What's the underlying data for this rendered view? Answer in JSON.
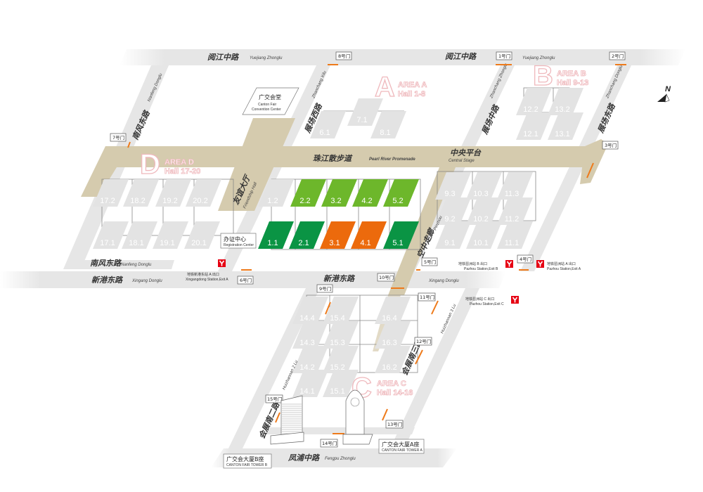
{
  "roads": {
    "yuejiang_cn": "阅江中路",
    "yuejiang_en": "Yuejiang Zhonglu",
    "yuejiang2_cn": "阅江中路",
    "yuejiang2_en": "Yuejiang Zhonglu",
    "xingang_cn": "新港东路",
    "xingang_en": "Xingang Donglu",
    "xingang2_cn": "新港东路",
    "xingang3_en": "Xingang Donglu",
    "nanfeng_cn": "南风东路",
    "nanfeng_en": "Nanfeng Donglu",
    "nanfeng2_cn": "南风东路",
    "nanfeng2_en": "Nanfeng Donglu",
    "fengpu_cn": "凤浦中路",
    "fengpu_en": "Fengpu Zhonglu",
    "zhanxi_cn": "展场西路",
    "zhanxi_en": "Zhanchang Xilu",
    "zhanzhong_cn": "展场中路",
    "zhanzhong_en": "Zhanchang Zhonglu",
    "zhandong_cn": "展场东路",
    "zhandong_en": "Zhanchang Donglu",
    "huizhan2_cn": "会展南二路",
    "huizhan2_en": "Huizhannan 2 Lu",
    "huizhan3_cn": "会展南三路",
    "huizhan3_en": "Huizhannan 3 Lu",
    "promenade_cn": "珠江散步道",
    "promenade_en": "Pearl River Promenade",
    "central_cn": "中央平台",
    "central_en": "Central Stage",
    "friendship_cn": "友谊大厅",
    "friendship_en": "Friendship Hall",
    "pinzhou_cn": "空中走廊",
    "pinzhou_en": "Pinzhou"
  },
  "areas": [
    {
      "letter": "A",
      "title": "AREA A",
      "halls": "Hall 1-8"
    },
    {
      "letter": "B",
      "title": "AREA B",
      "halls": "Hall 9-13"
    },
    {
      "letter": "C",
      "title": "AREA C",
      "halls": "Hall 14-16"
    },
    {
      "letter": "D",
      "title": "AREA D",
      "halls": "Hall 17-20"
    }
  ],
  "colors": {
    "hall": "#e3e3e3",
    "light_green": "#6db72b",
    "green": "#0a9444",
    "orange": "#ec6a0c",
    "path": "#d5cbae",
    "road": "#e6e6e6",
    "metro": "#e60012"
  },
  "halls": [
    {
      "label": "6.1",
      "status": "hall"
    },
    {
      "label": "7.1",
      "status": "hall"
    },
    {
      "label": "8.1",
      "status": "hall"
    },
    {
      "label": "12.2",
      "status": "hall"
    },
    {
      "label": "13.2",
      "status": "hall"
    },
    {
      "label": "12.1",
      "status": "hall"
    },
    {
      "label": "13.1",
      "status": "hall"
    },
    {
      "label": "17.2",
      "status": "hall"
    },
    {
      "label": "18.2",
      "status": "hall"
    },
    {
      "label": "19.2",
      "status": "hall"
    },
    {
      "label": "20.2",
      "status": "hall"
    },
    {
      "label": "17.1",
      "status": "hall"
    },
    {
      "label": "18.1",
      "status": "hall"
    },
    {
      "label": "19.1",
      "status": "hall"
    },
    {
      "label": "20.1",
      "status": "hall"
    },
    {
      "label": "1.2",
      "status": "hall"
    },
    {
      "label": "2.2",
      "status": "light_green"
    },
    {
      "label": "3.2",
      "status": "light_green"
    },
    {
      "label": "4.2",
      "status": "light_green"
    },
    {
      "label": "5.2",
      "status": "light_green"
    },
    {
      "label": "1.1",
      "status": "green"
    },
    {
      "label": "2.1",
      "status": "green"
    },
    {
      "label": "3.1",
      "status": "orange"
    },
    {
      "label": "4.1",
      "status": "orange"
    },
    {
      "label": "5.1",
      "status": "green"
    },
    {
      "label": "9.3",
      "status": "hall"
    },
    {
      "label": "10.3",
      "status": "hall"
    },
    {
      "label": "11.3",
      "status": "hall"
    },
    {
      "label": "9.2",
      "status": "hall"
    },
    {
      "label": "10.2",
      "status": "hall"
    },
    {
      "label": "11.2",
      "status": "hall"
    },
    {
      "label": "9.1",
      "status": "hall"
    },
    {
      "label": "10.1",
      "status": "hall"
    },
    {
      "label": "11.1",
      "status": "hall"
    },
    {
      "label": "14.4",
      "status": "hall"
    },
    {
      "label": "15.4",
      "status": "hall"
    },
    {
      "label": "16.4",
      "status": "hall"
    },
    {
      "label": "14.3",
      "status": "hall"
    },
    {
      "label": "15.3",
      "status": "hall"
    },
    {
      "label": "16.3",
      "status": "hall"
    },
    {
      "label": "14.2",
      "status": "hall"
    },
    {
      "label": "15.2",
      "status": "hall"
    },
    {
      "label": "16.2",
      "status": "hall"
    },
    {
      "label": "14.1",
      "status": "hall"
    },
    {
      "label": "15.1",
      "status": "hall"
    }
  ],
  "gates": [
    "1号门",
    "2号门",
    "3号门",
    "4号门",
    "5号门",
    "6号门",
    "7号门",
    "8号门",
    "9号门",
    "10号门",
    "11号门",
    "12号门",
    "13号门",
    "14号门",
    "15号门"
  ],
  "landmarks": {
    "convention_cn": "广交会堂",
    "convention_en1": "Canton Fair",
    "convention_en2": "Convention Center",
    "registration_cn": "办证中心",
    "registration_en": "Registration Center",
    "towerA_cn": "广交会大厦A座",
    "towerA_en": "CANTON FAIR TOWER A",
    "towerB_cn": "广交会大厦B座",
    "towerB_en": "CANTON FAIR TOWER B"
  },
  "metro": [
    {
      "cn": "地铁新港东站 A 出口",
      "en": "Xingangdong Station,Exit A"
    },
    {
      "cn": "地铁琶洲站 B 出口",
      "en": "Pazhou Station,Exit B"
    },
    {
      "cn": "地铁琶洲站 A 出口",
      "en": "Pazhou Station,Exit A"
    },
    {
      "cn": "地铁琶洲站 C 出口",
      "en": "Pazhou Station,Exit C"
    }
  ],
  "compass": "N"
}
